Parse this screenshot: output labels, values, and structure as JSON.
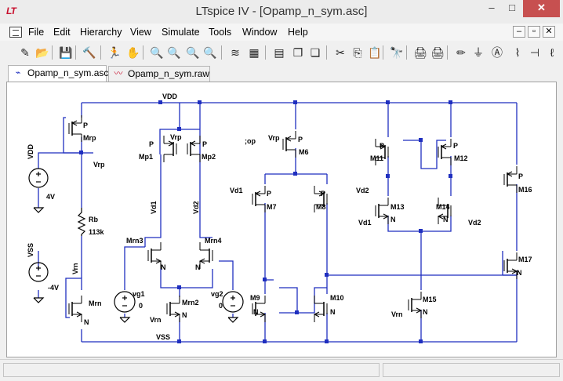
{
  "window": {
    "title": "LTspice IV - [Opamp_n_sym.asc]",
    "logo_text": "LT",
    "minimize": "–",
    "maximize": "□",
    "close": "✕"
  },
  "menu": {
    "items": [
      "File",
      "Edit",
      "Hierarchy",
      "View",
      "Simulate",
      "Tools",
      "Window",
      "Help"
    ],
    "mdi_buttons": [
      "–",
      "▫",
      "✕"
    ]
  },
  "toolbar": {
    "buttons": [
      {
        "icon": "new-schematic-icon",
        "glyph": "✎"
      },
      {
        "icon": "open-folder-icon",
        "glyph": "📂"
      },
      {
        "icon": "save-icon",
        "glyph": "💾"
      },
      {
        "icon": "control-panel-icon",
        "glyph": "🔨"
      },
      {
        "icon": "run-icon",
        "glyph": "🏃"
      },
      {
        "icon": "pan-hand-icon",
        "glyph": "✋"
      },
      {
        "icon": "zoom-in-icon",
        "glyph": "🔍"
      },
      {
        "icon": "zoom-pan-icon",
        "glyph": "🔍"
      },
      {
        "icon": "zoom-out-icon",
        "glyph": "🔍"
      },
      {
        "icon": "zoom-fit-icon",
        "glyph": "🔍"
      },
      {
        "icon": "autorange-icon",
        "glyph": "≋"
      },
      {
        "icon": "fft-icon",
        "glyph": "▦"
      },
      {
        "icon": "tile-horizontal-icon",
        "glyph": "▤"
      },
      {
        "icon": "cascade-icon",
        "glyph": "❐"
      },
      {
        "icon": "close-window-icon",
        "glyph": "❏"
      },
      {
        "icon": "cut-icon",
        "glyph": "✂"
      },
      {
        "icon": "copy-icon",
        "glyph": "⎘"
      },
      {
        "icon": "paste-icon",
        "glyph": "📋"
      },
      {
        "icon": "find-icon",
        "glyph": "🔭"
      },
      {
        "icon": "print-setup-icon",
        "glyph": "🖨"
      },
      {
        "icon": "print-icon",
        "glyph": "🖨"
      },
      {
        "icon": "draw-wire-icon",
        "glyph": "✏"
      },
      {
        "icon": "ground-icon",
        "glyph": "⏚"
      },
      {
        "icon": "label-net-icon",
        "glyph": "Ⓐ"
      },
      {
        "icon": "resistor-icon",
        "glyph": "⌇"
      },
      {
        "icon": "capacitor-icon",
        "glyph": "⊣"
      },
      {
        "icon": "inductor-icon",
        "glyph": "ℓ"
      }
    ]
  },
  "tabs": [
    {
      "label": "Opamp_n_sym.asc",
      "icon": "schematic-tab-icon",
      "active": true
    },
    {
      "label": "Opamp_n_sym.raw",
      "icon": "waveform-tab-icon",
      "active": false
    }
  ],
  "schematic": {
    "net_labels": {
      "vdd": "VDD",
      "vss": "VSS",
      "vrp": "Vrp",
      "vrn": "Vrn",
      "vrp2": "Vrp",
      "vd1": "Vd1",
      "vd2": "Vd2",
      "vd1_in": "Vd1",
      "vd2_in": "Vd2",
      "vd1_b": "Vd1",
      "vd2_b": "Vd2",
      "vrn2": "Vrn",
      "vrn3": "Vrn",
      "vrp3": "Vrp",
      "op_directive": ";op"
    },
    "sources": [
      {
        "name": "VDD",
        "value": "4V"
      },
      {
        "name": "VSS",
        "value": "-4V"
      },
      {
        "name": "vg1",
        "value": "0"
      },
      {
        "name": "vg2",
        "value": "0"
      }
    ],
    "resistor": {
      "name": "Rb",
      "value": "113k"
    },
    "transistors": [
      {
        "name": "Mrp",
        "type": "P"
      },
      {
        "name": "Mrn",
        "type": "N"
      },
      {
        "name": "Mp1",
        "type": "P"
      },
      {
        "name": "Mp2",
        "type": "P"
      },
      {
        "name": "Mrn3",
        "type": "N"
      },
      {
        "name": "Mrn4",
        "type": "N"
      },
      {
        "name": "Mrn2",
        "type": "N"
      },
      {
        "name": "M6",
        "type": "P"
      },
      {
        "name": "M7",
        "type": "P"
      },
      {
        "name": "M8",
        "type": "P"
      },
      {
        "name": "M9",
        "type": "N"
      },
      {
        "name": "M10",
        "type": "N"
      },
      {
        "name": "M11",
        "type": "P"
      },
      {
        "name": "M12",
        "type": "P"
      },
      {
        "name": "M13",
        "type": "N"
      },
      {
        "name": "M14",
        "type": "N"
      },
      {
        "name": "M15",
        "type": "N"
      },
      {
        "name": "M16",
        "type": "P"
      },
      {
        "name": "M17",
        "type": "N"
      }
    ],
    "colors": {
      "wire": "#1f2fbf",
      "junction": "#1f2fbf",
      "component": "#000000"
    }
  }
}
